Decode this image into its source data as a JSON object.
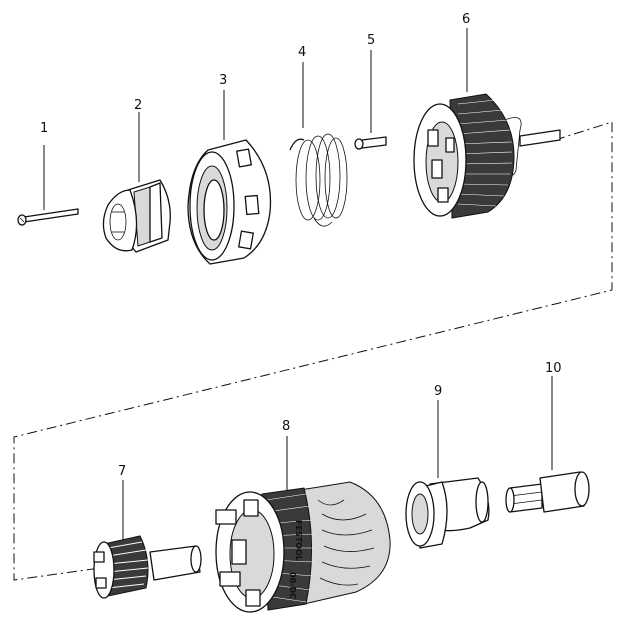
{
  "parts": [
    {
      "number": "1"
    },
    {
      "number": "2"
    },
    {
      "number": "3"
    },
    {
      "number": "4"
    },
    {
      "number": "5"
    },
    {
      "number": "6"
    },
    {
      "number": "7"
    },
    {
      "number": "8"
    },
    {
      "number": "9"
    },
    {
      "number": "10"
    }
  ],
  "colors": {
    "line": "#111111",
    "shade": "#d9d9d9",
    "dark": "#3a3a3a",
    "background": "#ffffff"
  },
  "brand_text": "FESTOOL",
  "part_code": "00-DC"
}
